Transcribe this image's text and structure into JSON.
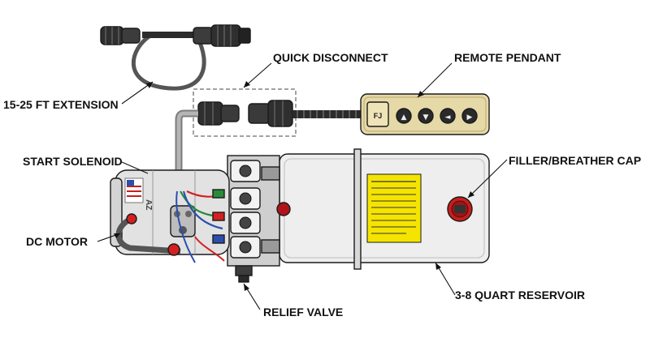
{
  "labels": {
    "extension": "15-25 FT EXTENSION",
    "quick_disconnect": "QUICK DISCONNECT",
    "remote_pendant": "REMOTE PENDANT",
    "start_solenoid": "START SOLENOID",
    "filler_cap": "FILLER/BREATHER CAP",
    "dc_motor": "DC MOTOR",
    "reservoir": "3-8 QUART  RESERVOIR",
    "relief_valve": "RELIEF VALVE"
  },
  "pendant_buttons": [
    "▲",
    "▼",
    "◄",
    "▶"
  ],
  "colors": {
    "pendant_body": "#e6d9a8",
    "warning_label": "#f5e400",
    "cap_red": "#c81e1e",
    "cable": "#2b2b2b",
    "wire_red": "#d42020",
    "wire_green": "#2a8a3a",
    "wire_blue": "#2b4fb0"
  }
}
